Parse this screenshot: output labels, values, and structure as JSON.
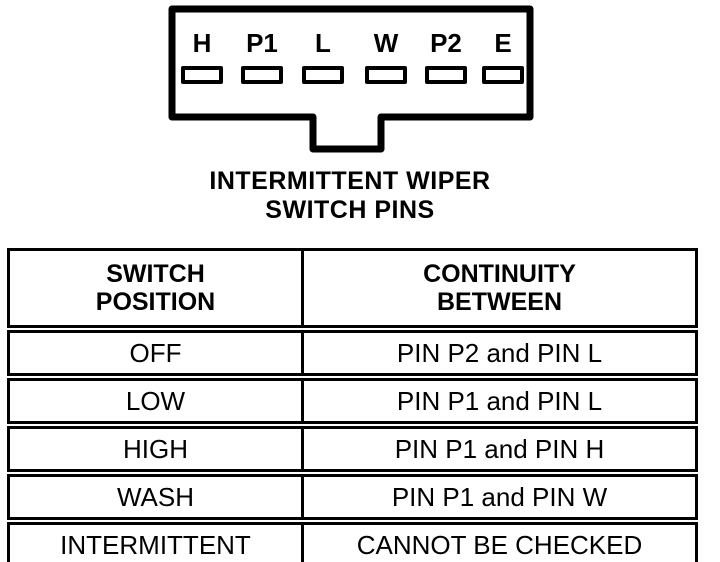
{
  "colors": {
    "ink": "#000000",
    "background": "#ffffff"
  },
  "connector": {
    "pins": [
      "H",
      "P1",
      "L",
      "W",
      "P2",
      "E"
    ],
    "caption_line1": "INTERMITTENT WIPER",
    "caption_line2": "SWITCH PINS"
  },
  "table": {
    "headers": {
      "col1_line1": "SWITCH",
      "col1_line2": "POSITION",
      "col2_line1": "CONTINUITY",
      "col2_line2": "BETWEEN"
    },
    "rows": [
      {
        "position": "OFF",
        "continuity": "PIN P2 and PIN L"
      },
      {
        "position": "LOW",
        "continuity": "PIN P1 and PIN L"
      },
      {
        "position": "HIGH",
        "continuity": "PIN P1 and PIN H"
      },
      {
        "position": "WASH",
        "continuity": "PIN P1 and PIN W"
      },
      {
        "position": "INTERMITTENT",
        "continuity": "CANNOT BE CHECKED"
      }
    ]
  }
}
